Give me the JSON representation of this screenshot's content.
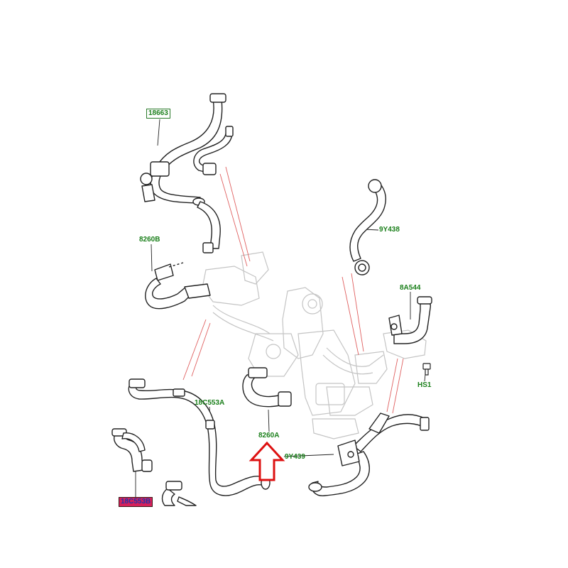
{
  "colors": {
    "callout_label": "#1a7f1a",
    "highlight_bg": "#d6205a",
    "highlight_text": "#2233aa",
    "guide_line": "#e05050",
    "arrow": "#dd1111",
    "hose_outline": "#222222",
    "background_parts": "#bbbbbb"
  },
  "labels": {
    "p18663": "18663",
    "p8260B": "8260B",
    "p9Y438": "9Y438",
    "p8A544": "8A544",
    "pHS1": "HS1",
    "p18C553A": "18C553A",
    "p8260A": "8260A",
    "p9Y439": "9Y439",
    "p18C553B": "18C553B"
  },
  "icons": {
    "pointer": "up-arrow-icon"
  }
}
